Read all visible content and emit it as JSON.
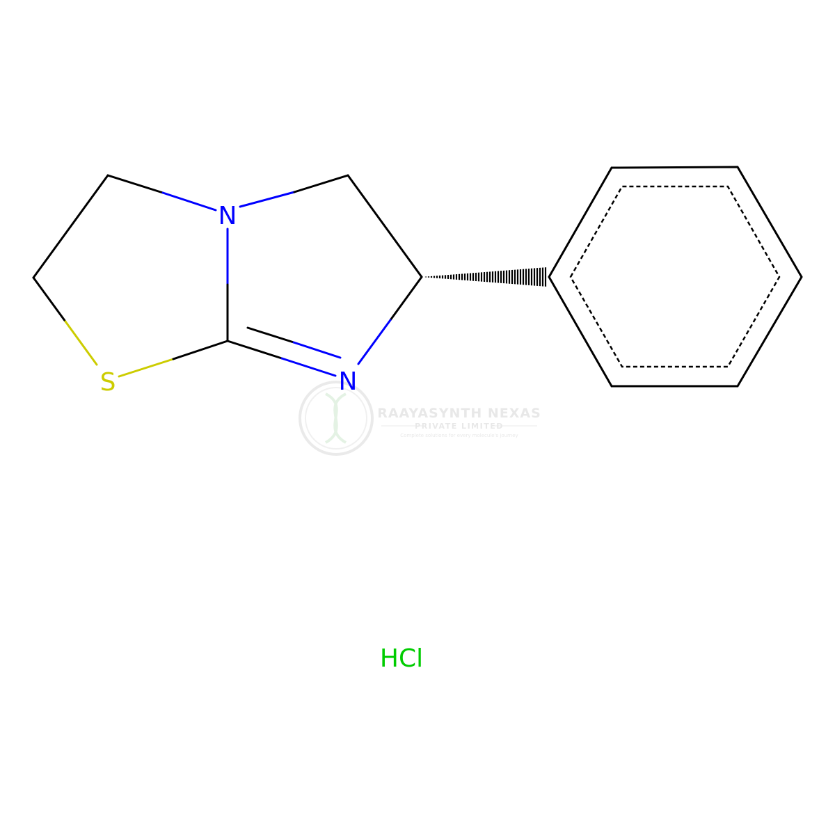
{
  "molecule": {
    "atoms": {
      "n_top": "N",
      "n_bottom": "N",
      "sulfur": "S"
    },
    "salt": "HCl"
  },
  "watermark": {
    "title": "RAAYASYNTH NEXAS",
    "subtitle": "PRIVATE LIMITED",
    "tagline": "Complete solutions for every molecule's journey"
  },
  "colors": {
    "carbon_bond": "#000000",
    "nitrogen": "#0000ff",
    "sulfur": "#cccc00",
    "chlorine": "#00cc00",
    "watermark": "#d6d6d6"
  }
}
